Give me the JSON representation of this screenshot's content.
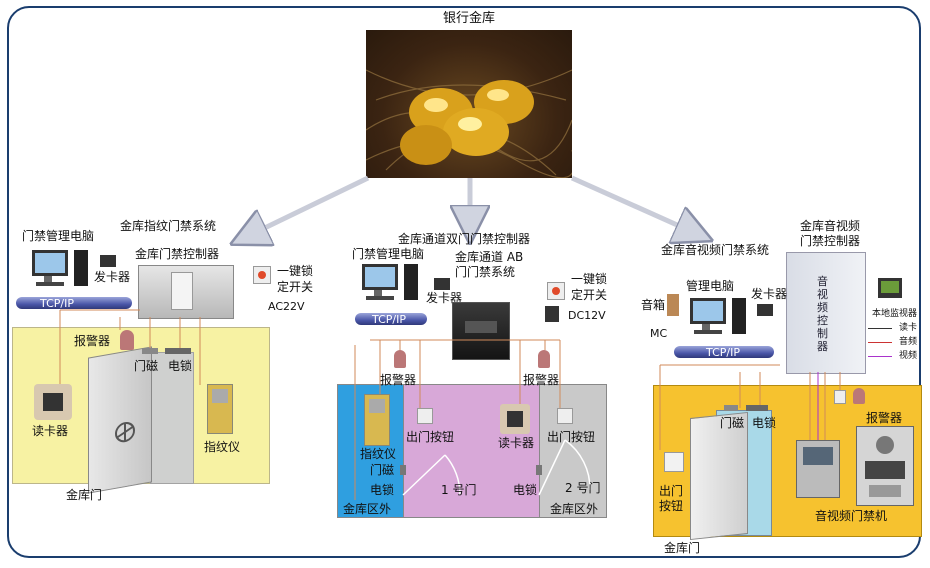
{
  "title": "银行金库",
  "left": {
    "system": "金库指纹门禁系统",
    "controller": "金库门禁控制器",
    "pc": "门禁管理电脑",
    "card_issuer": "发卡器",
    "network": "TCP/IP",
    "lock_switch_line1": "一键锁",
    "lock_switch_line2": "定开关",
    "power": "AC22V",
    "alarm": "报警器",
    "door_magnet": "门磁",
    "lock": "电锁",
    "card_reader": "读卡器",
    "fingerprint": "指纹仪",
    "door": "金库门"
  },
  "middle": {
    "header": "金库通道双门门禁控制器",
    "pc": "门禁管理电脑",
    "system_line1": "金库通道 AB",
    "system_line2": "门门禁系统",
    "card_issuer": "发卡器",
    "network": "TCP/IP",
    "lock_switch_line1": "一键锁",
    "lock_switch_line2": "定开关",
    "power": "DC12V",
    "alarm_left": "报警器",
    "alarm_right": "报警器",
    "exit_button_left": "出门按钮",
    "exit_button_right": "出门按钮",
    "card_reader": "读卡器",
    "fingerprint": "指纹仪",
    "door_magnet": "门磁",
    "lock_left": "电锁",
    "lock_right": "电锁",
    "door1": "1 号门",
    "door2": "2 号门",
    "outside_left": "金库区外",
    "outside_right": "金库区外"
  },
  "right": {
    "system": "金库音视频门禁系统",
    "controller_line1": "金库音视频",
    "controller_line2": "门禁控制器",
    "controller_vertical": "音视频控制器",
    "pc": "管理电脑",
    "card_issuer": "发卡器",
    "speaker": "音箱",
    "mic": "MC",
    "network": "TCP/IP",
    "monitor": "本地监视器",
    "legend": [
      "读卡",
      "音频",
      "视频"
    ],
    "alarm": "报警器",
    "door_magnet": "门磁",
    "lock": "电锁",
    "exit_line1": "出门",
    "exit_line2": "按钮",
    "av_unit": "音视频门禁机",
    "door": "金库门"
  },
  "colors": {
    "frame": "#1a3d6e",
    "wall_yellow": "#f7f2a3",
    "wall_purple": "#d8a8d8",
    "wall_blue": "#2f9fe0",
    "wall_orange": "#f6c22f",
    "network_bar": "#4a56a8"
  }
}
